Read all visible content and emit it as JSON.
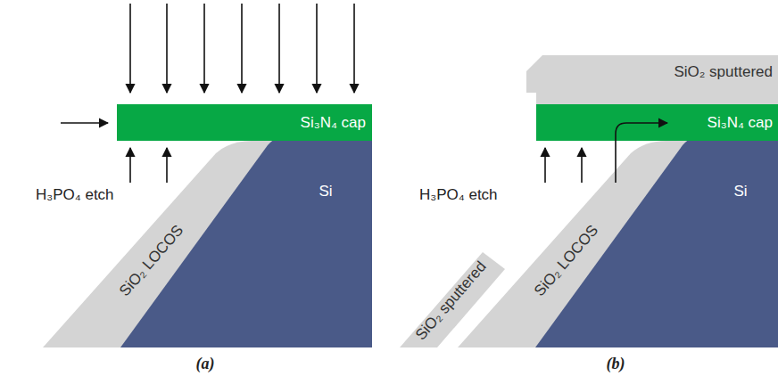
{
  "diagram": {
    "nodes": [
      {
        "text": [
          "Si₃N₄ cap"
        ]
      },
      {
        "text": [
          "SiO₂ LOCOS"
        ]
      },
      {
        "text": [
          "Si"
        ]
      },
      {
        "text": [
          "SiO₂ sputtered"
        ]
      },
      {
        "text": [
          "Si₃N₄ cap"
        ]
      },
      {
        "text": [
          "SiO₂ LOCOS"
        ]
      },
      {
        "text": [
          "Si"
        ]
      },
      {
        "text": [
          "SiO₂ sputtered"
        ]
      }
    ],
    "labels": [
      "H₃PO₄ etch",
      "H₃PO₄ etch",
      "(a)",
      "(b)"
    ]
  }
}
